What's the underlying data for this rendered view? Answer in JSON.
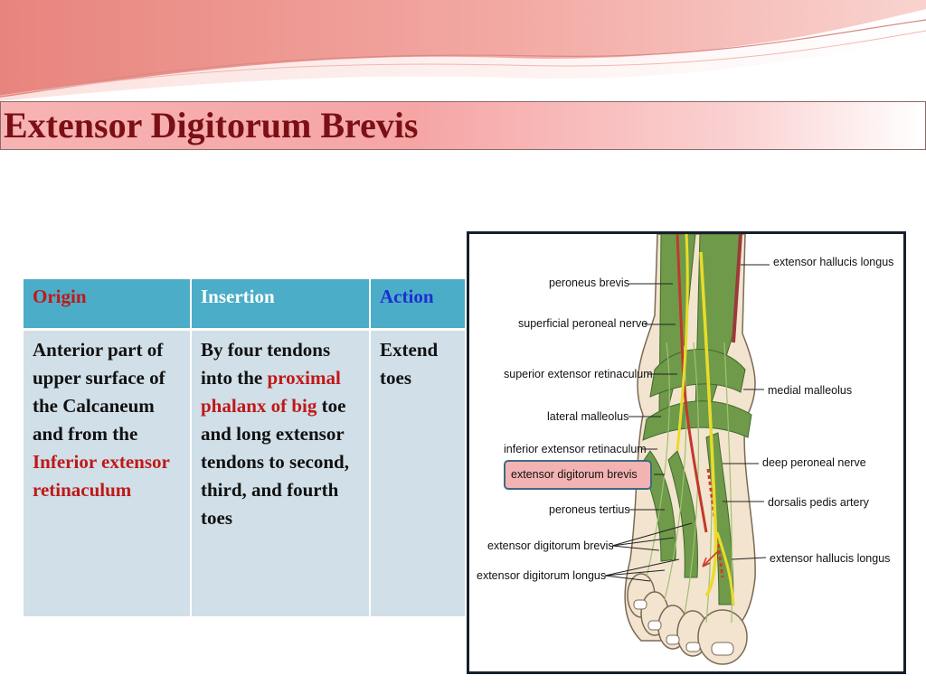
{
  "slide": {
    "title": "Extensor Digitorum Brevis"
  },
  "table": {
    "headers": {
      "origin": "Origin",
      "insertion": "Insertion",
      "action": "Action"
    },
    "origin": {
      "text1": "Anterior part of upper surface of the Calcaneum and from the",
      "highlight": "Inferior extensor retinaculum"
    },
    "insertion": {
      "text1": "By four tendons into the",
      "highlight": "proximal phalanx of big",
      "text2": "toe and long extensor tendons to second, third, and fourth toes"
    },
    "action": {
      "text": "Extend toes"
    }
  },
  "figure": {
    "labels": {
      "extensor_hallucis_longus_top": "extensor hallucis longus",
      "peroneus_brevis": "peroneus brevis",
      "superficial_peroneal_nerve": "superficial peroneal nerve",
      "superior_extensor_retinaculum": "superior extensor retinaculum",
      "medial_malleolus": "medial malleolus",
      "lateral_malleolus": "lateral malleolus",
      "inferior_extensor_retinaculum": "inferior extensor retinaculum",
      "extensor_digitorum_brevis_boxed": "extensor digitorum brevis",
      "deep_peroneal_nerve": "deep peroneal nerve",
      "peroneus_tertius": "peroneus tertius",
      "dorsalis_pedis_artery": "dorsalis pedis artery",
      "extensor_digitorum_brevis_lower": "extensor digitorum brevis",
      "extensor_hallucis_longus_bottom": "extensor hallucis longus",
      "extensor_digitorum_longus": "extensor digitorum longus"
    }
  },
  "colors": {
    "title_text": "#7a1015",
    "table_header_bg": "#4badc8",
    "table_body_bg": "#d0dfe8",
    "highlight_red": "#c01818",
    "action_blue": "#1d2fd0",
    "muscle_green": "#6f9a4a",
    "nerve_yellow": "#e8dc2a",
    "skin": "#f2e4cf"
  }
}
